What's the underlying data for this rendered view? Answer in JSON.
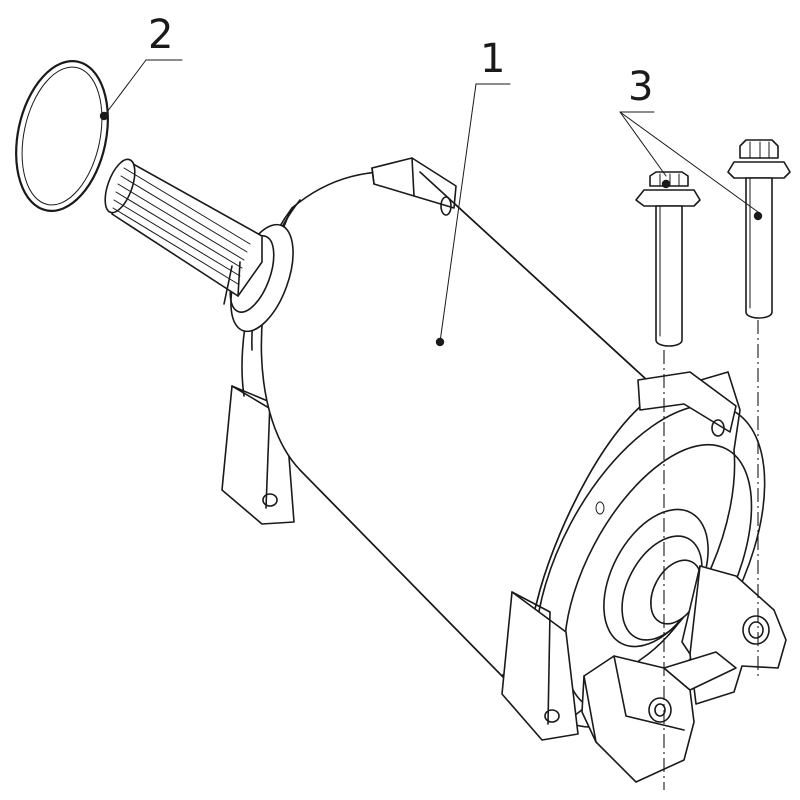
{
  "diagram": {
    "callouts": [
      {
        "id": "starter-motor",
        "number": "1"
      },
      {
        "id": "o-ring",
        "number": "2"
      },
      {
        "id": "flange-bolts",
        "number": "3"
      }
    ]
  },
  "colors": {
    "line": "#1a1a1a",
    "background": "#ffffff"
  }
}
